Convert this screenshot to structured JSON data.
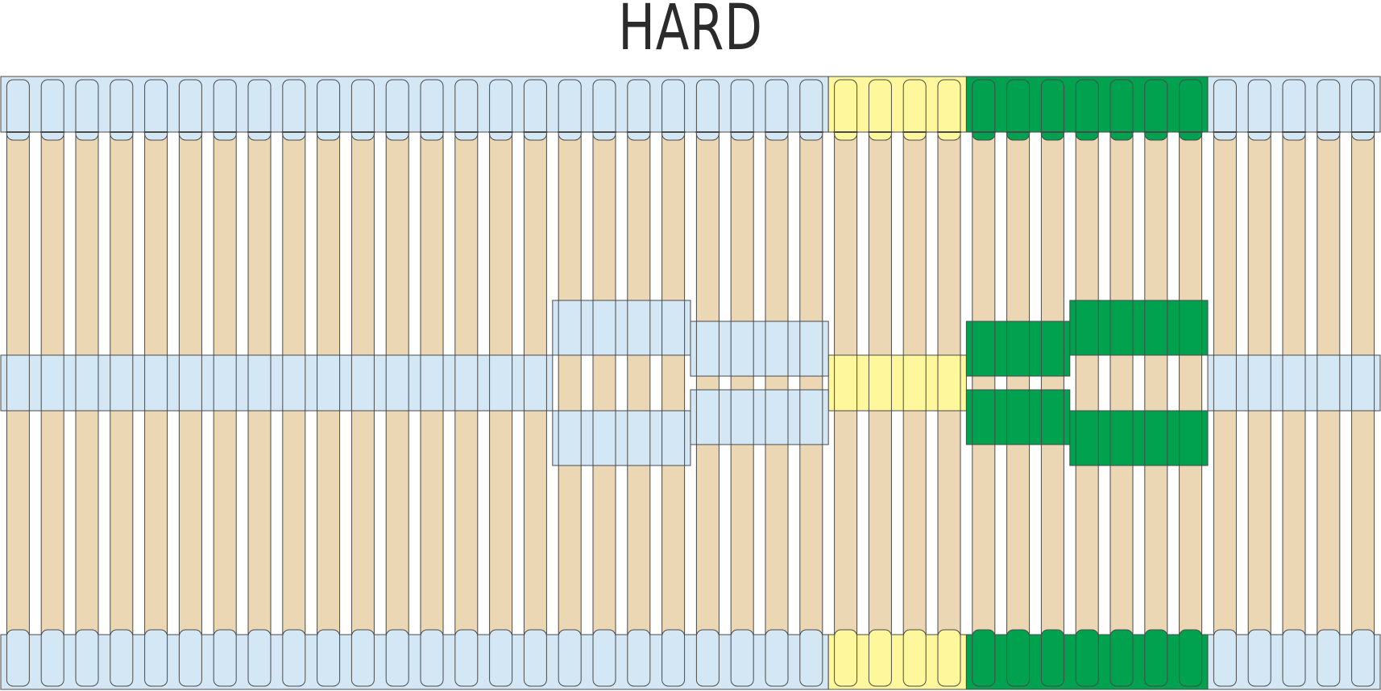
{
  "title": "HARD",
  "diagram": {
    "slat_count": 40,
    "colors": {
      "slat_wood": "#ecd7b4",
      "background": "#ffffff",
      "outline": "#4a4a4a",
      "zone_light_blue": "#d4e7f5",
      "zone_yellow": "#fff79c",
      "zone_green": "#00a14f"
    },
    "zones": [
      {
        "name": "zone-1",
        "color_key": "zone_light_blue",
        "slat_from": 1,
        "slat_to": 24
      },
      {
        "name": "zone-2",
        "color_key": "zone_yellow",
        "slat_from": 25,
        "slat_to": 28
      },
      {
        "name": "zone-3",
        "color_key": "zone_green",
        "slat_from": 29,
        "slat_to": 35
      },
      {
        "name": "zone-4",
        "color_key": "zone_light_blue",
        "slat_from": 36,
        "slat_to": 40
      }
    ],
    "center_adjusters": [
      {
        "name": "adjuster-group-a",
        "color_key": "zone_light_blue",
        "slat_from": 17,
        "slat_to": 20,
        "style": "split-wide"
      },
      {
        "name": "adjuster-group-b",
        "color_key": "zone_light_blue",
        "slat_from": 21,
        "slat_to": 24,
        "style": "split-narrow"
      },
      {
        "name": "adjuster-group-c",
        "color_key": "zone_green",
        "slat_from": 29,
        "slat_to": 31,
        "style": "split-narrow"
      },
      {
        "name": "adjuster-group-d",
        "color_key": "zone_green",
        "slat_from": 32,
        "slat_to": 35,
        "style": "split-wide"
      }
    ],
    "center_band": [
      {
        "name": "center-band-left",
        "color_key": "zone_light_blue",
        "slat_from": 1,
        "slat_to": 16
      },
      {
        "name": "center-band-yellow",
        "color_key": "zone_yellow",
        "slat_from": 25,
        "slat_to": 28
      },
      {
        "name": "center-band-right",
        "color_key": "zone_light_blue",
        "slat_from": 36,
        "slat_to": 40
      }
    ]
  }
}
